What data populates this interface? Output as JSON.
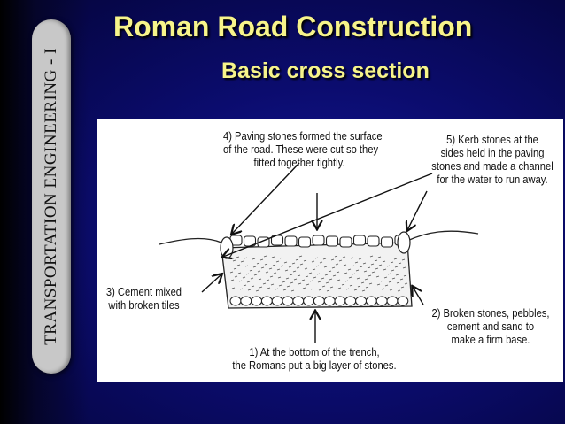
{
  "slide": {
    "side_label": "TRANSPORTATION ENGINEERING - I",
    "title": "Roman Road Construction",
    "subtitle": "Basic cross section"
  },
  "diagram": {
    "labels": {
      "paving_1": "4) Paving stones formed the surface",
      "paving_2": "of the road. These were cut so they",
      "paving_3": "fitted together tightly.",
      "kerb_1": "5) Kerb stones at the",
      "kerb_2": "sides held in the paving",
      "kerb_3": "stones and made a channel",
      "kerb_4": "for the water to run away.",
      "cement_1": "3) Cement mixed",
      "cement_2": "with broken tiles",
      "broken_1": "2) Broken stones, pebbles,",
      "broken_2": "cement and sand to",
      "broken_3": "make a firm base.",
      "bottom_1": "1) At the bottom of the trench,",
      "bottom_2": "the Romans put a big layer of stones."
    }
  },
  "colors": {
    "title": "#f7f48a",
    "background": "#0b0c6e",
    "side_pill": "#c8c8c8"
  }
}
